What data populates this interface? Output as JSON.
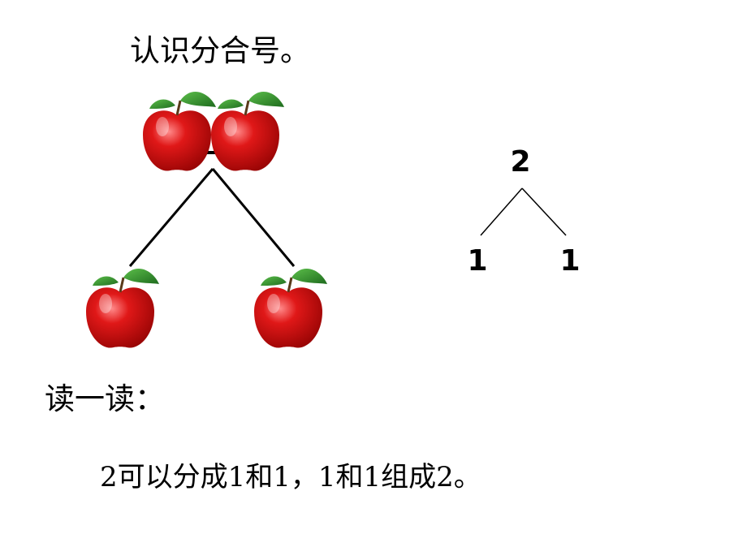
{
  "title": "认识分合号。",
  "apple_diagram": {
    "top_apples": 2,
    "bottom_left_apples": 1,
    "bottom_right_apples": 1
  },
  "number_tree": {
    "whole": "2",
    "left_part": "1",
    "right_part": "1"
  },
  "read_heading": "读一读：",
  "sentence": "2可以分成1和1，1和1组成2。",
  "colors": {
    "apple_red": "#d40f0f",
    "leaf_green": "#2e8b2e",
    "line": "#000000"
  }
}
